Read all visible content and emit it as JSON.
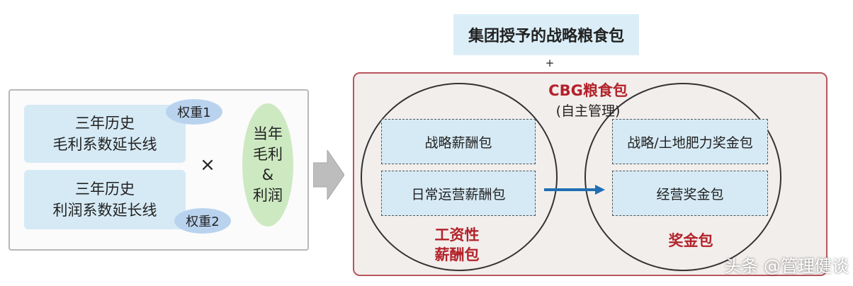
{
  "left": {
    "hist_gross": {
      "line1": "三年历史",
      "line2": "毛利系数延长线"
    },
    "hist_profit": {
      "line1": "三年历史",
      "line2": "利润系数延长线"
    },
    "weight1": "权重1",
    "weight2": "权重2",
    "times": "×",
    "current": {
      "line1": "当年",
      "line2": "毛利",
      "line3": "&",
      "line4": "利润"
    }
  },
  "top_title": "集团授予的战略粮食包",
  "plus": "+",
  "cbg": {
    "title": "CBG粮食包",
    "subtitle": "(自主管理)",
    "salary": {
      "box1": "战略薪酬包",
      "box2": "日常运营薪酬包",
      "label_line1": "工资性",
      "label_line2": "薪酬包"
    },
    "bonus": {
      "box1": "战略/土地肥力奖金包",
      "box2": "经营奖金包",
      "label": "奖金包"
    }
  },
  "watermark": "头条 @管理健谈",
  "colors": {
    "accent_red": "#b3222a",
    "box_blue": "#d6eaf5",
    "ellipse_green": "#cde9c1",
    "arrow_blue": "#1f6fb2"
  }
}
